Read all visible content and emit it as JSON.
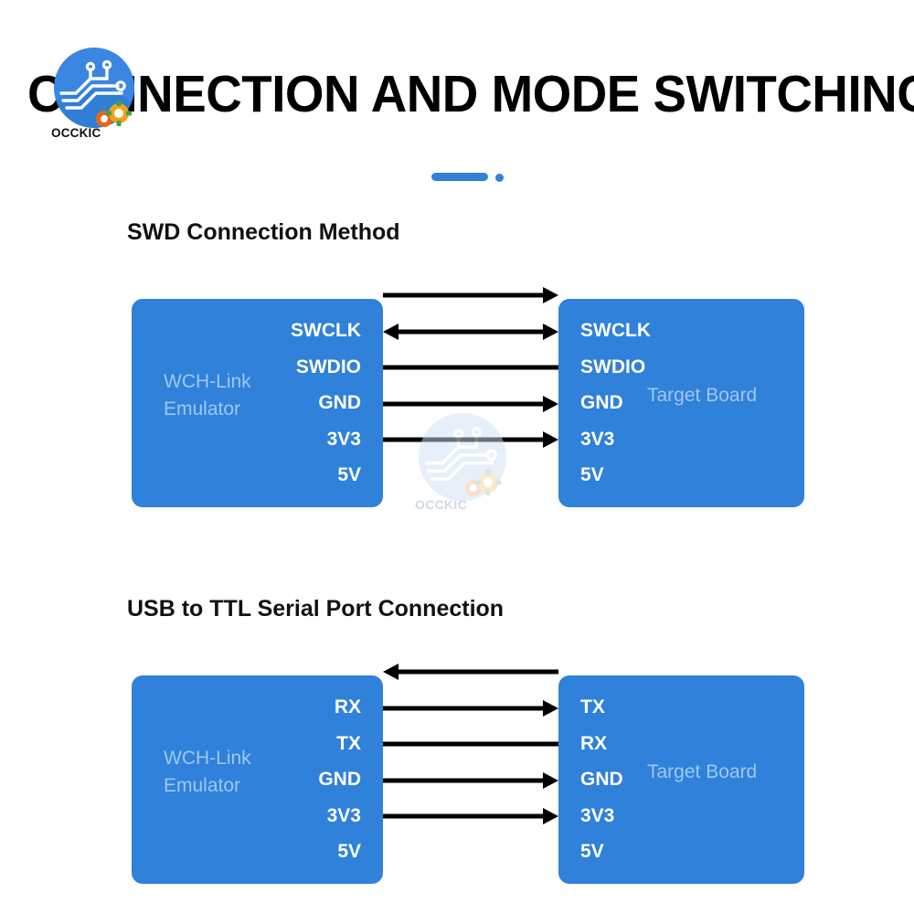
{
  "header": {
    "title": "CONNECTION AND MODE SWITCHING",
    "brand": "OCCKIC",
    "accent_color": "#2f81da"
  },
  "watermark": {
    "text": "OCCKIC"
  },
  "theme": {
    "board_blue": "#2f81da",
    "board_text_blue": "#9ec8f0",
    "pin_white": "#ffffff",
    "wire_black": "#000000"
  },
  "sections": [
    {
      "heading": "SWD Connection Method",
      "left_board": {
        "title_line1": "WCH-Link",
        "title_line2": "Emulator"
      },
      "right_board": {
        "title": "Target Board"
      },
      "connections": [
        {
          "left_pin": "SWCLK",
          "right_pin": "SWCLK",
          "direction": "right"
        },
        {
          "left_pin": "SWDIO",
          "right_pin": "SWDIO",
          "direction": "both"
        },
        {
          "left_pin": "GND",
          "right_pin": "GND",
          "direction": "none"
        },
        {
          "left_pin": "3V3",
          "right_pin": "3V3",
          "direction": "right"
        },
        {
          "left_pin": "5V",
          "right_pin": "5V",
          "direction": "right"
        }
      ]
    },
    {
      "heading": "USB to TTL Serial Port Connection",
      "left_board": {
        "title_line1": "WCH-Link",
        "title_line2": "Emulator"
      },
      "right_board": {
        "title": "Target Board"
      },
      "connections": [
        {
          "left_pin": "RX",
          "right_pin": "TX",
          "direction": "left"
        },
        {
          "left_pin": "TX",
          "right_pin": "RX",
          "direction": "right"
        },
        {
          "left_pin": "GND",
          "right_pin": "GND",
          "direction": "none"
        },
        {
          "left_pin": "3V3",
          "right_pin": "3V3",
          "direction": "right"
        },
        {
          "left_pin": "5V",
          "right_pin": "5V",
          "direction": "right"
        }
      ]
    }
  ]
}
